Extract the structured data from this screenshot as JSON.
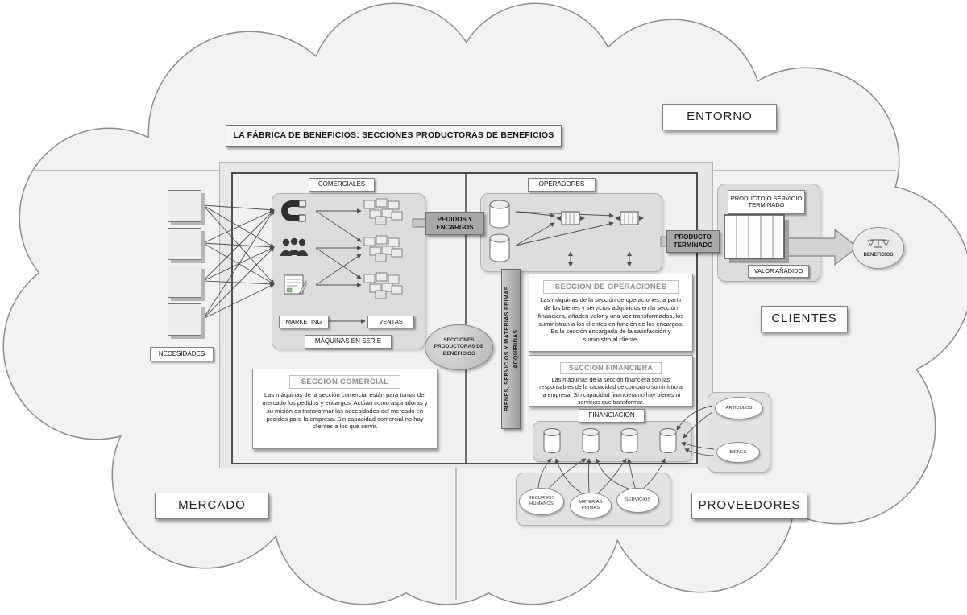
{
  "title": "LA FÁBRICA DE BENEFICIOS: SECCIONES PRODUCTORAS DE BENEFICIOS",
  "regions": {
    "entorno": "ENTORNO",
    "clientes": "CLIENTES",
    "proveedores": "PROVEEDORES",
    "mercado": "MERCADO"
  },
  "mercado_side": {
    "necesidades": "NECESIDADES"
  },
  "comercial": {
    "header": "COMERCIALES",
    "marketing": "MARKETING",
    "ventas": "VENTAS",
    "maquinas_en_serie": "MÁQUINAS EN SERIE",
    "box_title": "SECCION COMERCIAL",
    "box_text": "Las máquinas de la sección comercial están para tomar del mercado los pedidos y encargos. Actúan como aspiradoras y su misión es transformar las necesidades del mercado en pedidos para la empresa. Sin capacidad comercial no hay clientes a los que servir."
  },
  "flujo": {
    "pedidos_y_encargos": "PEDIDOS Y ENCARGOS",
    "secciones_productoras": "SECCIONES PRODUCTORAS DE BENEFICIOS",
    "bienes_adquiridos": "BIENES, SERVICIOS Y MATERIAS PRIMAS ADQUIRIDAS",
    "producto_terminado": "PRODUCTO TERMINADO"
  },
  "operaciones": {
    "header": "OPERADORES",
    "box_title": "SECCION DE OPERACIONES",
    "box_text": "Las máquinas de la sección de operaciones, a partir de los bienes y servicios adquiridos en la sección financiera, añaden valor y una vez transformados, los suministran a los clientes en función de los encargos. Es la sección encargada de la satisfacción y suministro al cliente."
  },
  "financiera": {
    "box_title": "SECCION FINANCIERA",
    "box_text": "Las máquinas de la sección financiera son las responsables de la capacidad de compra o suministro a la empresa. Sin capacidad financiera no hay bienes ni servicios que transformar.",
    "financiacion": "FINANCIACION"
  },
  "suministros": {
    "recursos_humanos": "RECURSOS HUMANOS",
    "materias_primas": "MATERIAS PRIMAS",
    "servicios": "SERVICIOS",
    "articulos": "ARTICULOS",
    "bienes": "BIENES"
  },
  "salida": {
    "producto_o_servicio": "PRODUCTO O SERVICIO TERMINADO",
    "valor_anadido": "VALOR AÑADIDO",
    "beneficios": "BENEFICIOS"
  },
  "icons": {
    "magnet-icon": "magnet attracting orders",
    "people-icon": "sales people group",
    "note-icon": "order note",
    "boxes-cluster-icon": "stacks of order boxes",
    "cylinder-icon": "storage cylinder",
    "machine-icon": "processing machine",
    "crate-icon": "finished product crate",
    "scales-icon": "balance scales",
    "big-arrow-icon": "output arrow"
  },
  "colors": {
    "cloud_fill": "#f2f2f2",
    "cloud_stroke": "#8c8c8c",
    "panel_fill": "#dcdcdc",
    "inner_border": "#4d4d4d",
    "connector_fill": "#a8a8a8",
    "note_accent_green": "#8db58d"
  }
}
